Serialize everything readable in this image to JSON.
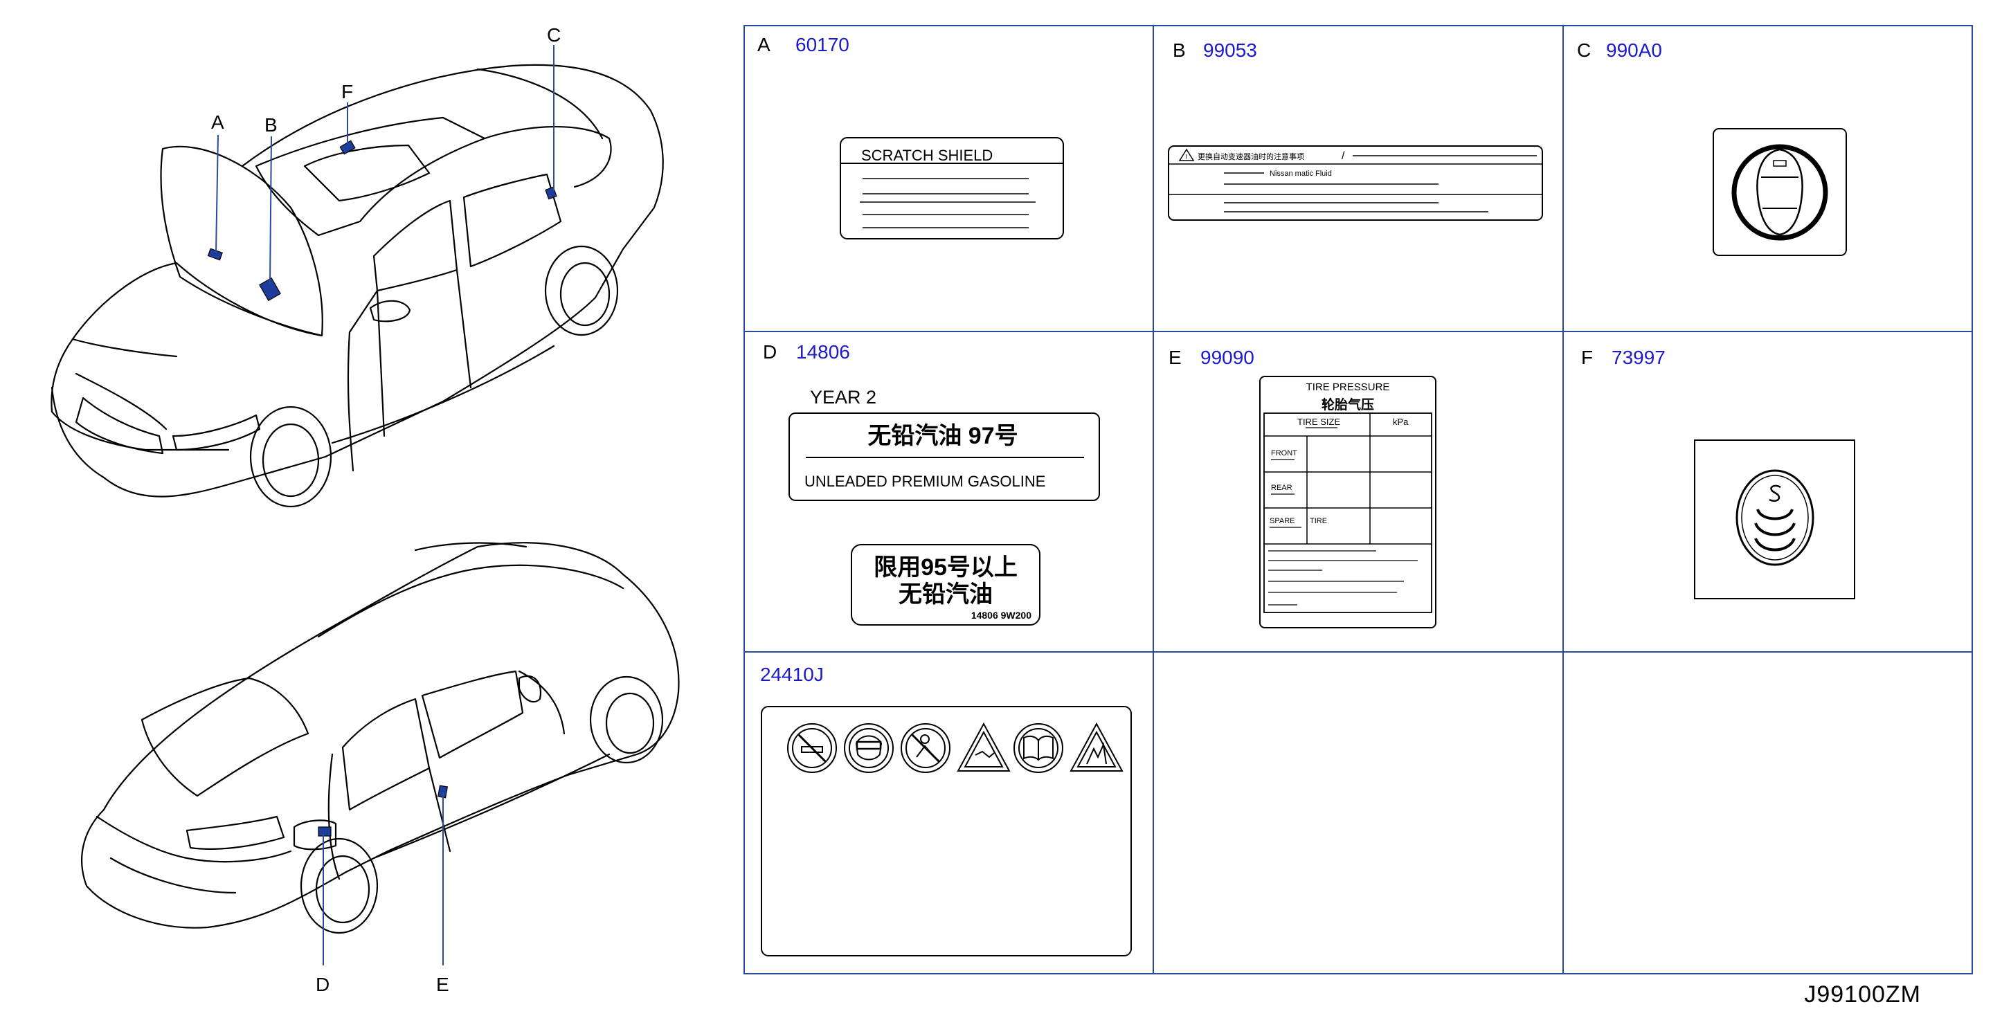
{
  "callouts": {
    "A": "A",
    "B": "B",
    "C": "C",
    "D": "D",
    "E": "E",
    "F": "F"
  },
  "cells": {
    "A": {
      "letter": "A",
      "code": "60170"
    },
    "B": {
      "letter": "B",
      "code": "99053"
    },
    "C": {
      "letter": "C",
      "code": "990A0"
    },
    "D": {
      "letter": "D",
      "code": "14806"
    },
    "E": {
      "letter": "E",
      "code": "99090"
    },
    "F": {
      "letter": "F",
      "code": "73997"
    },
    "G": {
      "letter": "",
      "code": "24410J"
    }
  },
  "label_a": {
    "title": "SCRATCH    SHIELD"
  },
  "label_b": {
    "warning": "更换自动变速器油时的注意事项",
    "slash": "/",
    "fluid_line": "Nissan     matic     Fluid"
  },
  "label_d": {
    "year": "YEAR   2",
    "fuel_cn": "无铅汽油   97号",
    "fuel_en": "UNLEADED   PREMIUM   GASOLINE",
    "sticker_line1": "限用95号以上",
    "sticker_line2": "无铅汽油",
    "sticker_code": "14806 9W200"
  },
  "label_e": {
    "title": "TIRE    PRESSURE",
    "title_cn": "轮胎气压",
    "col_tire_size": "TIRE    SIZE",
    "col_kpa": "kPa",
    "row_front": "FRONT",
    "row_rear": "REAR",
    "row_spare": "SPARE",
    "row_spare_tire": "TIRE"
  },
  "doc_number": "J99100ZM",
  "colors": {
    "accent_code": "#1a1acc",
    "frame": "#2a4aa0",
    "sticker_fill": "#1d3d9a"
  }
}
